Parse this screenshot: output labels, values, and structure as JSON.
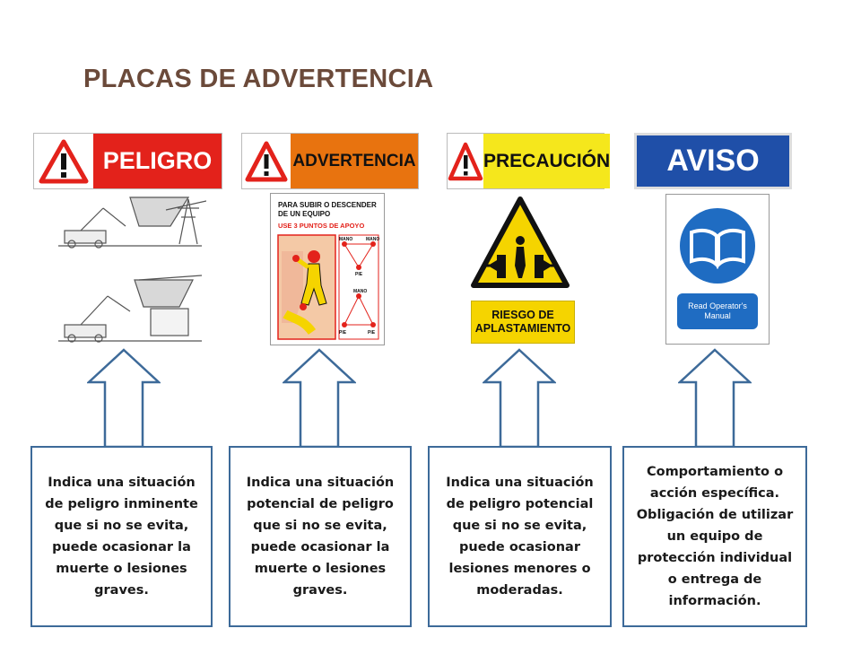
{
  "title": "PLACAS DE ADVERTENCIA",
  "columns": [
    {
      "banner_label": "PELIGRO",
      "banner_color": "#e3221b",
      "description": "Indica una situación de peligro inminente que si no se evita, puede ocasionar la muerte o lesiones graves."
    },
    {
      "banner_label": "ADVERTENCIA",
      "banner_color": "#e8730f",
      "sign_text_1": "PARA SUBIR O DESCENDER DE UN EQUIPO",
      "sign_text_2": "USE 3 PUNTOS DE APOYO",
      "point_labels": [
        "MANO",
        "MANO",
        "PIE",
        "MANO",
        "PIE",
        "PIE"
      ],
      "description": "Indica una situación potencial de peligro que si no se evita, puede ocasionar la muerte o lesiones graves."
    },
    {
      "banner_label": "PRECAUCIÓN",
      "banner_color": "#f5e71c",
      "sign_label": "RIESGO DE APLASTAMIENTO",
      "description": "Indica una situación de peligro potencial que si no se evita, puede ocasionar lesiones menores o moderadas."
    },
    {
      "banner_label": "AVISO",
      "banner_color": "#1f4fa8",
      "sign_label": "Read Operator's Manual",
      "description": "Comportamiento o acción específica. Obligación de utilizar un equipo de protección individual o entrega de información."
    }
  ],
  "colors": {
    "title": "#6b4a3a",
    "arrow_stroke": "#3d6a99",
    "box_border": "#3d6a99"
  }
}
